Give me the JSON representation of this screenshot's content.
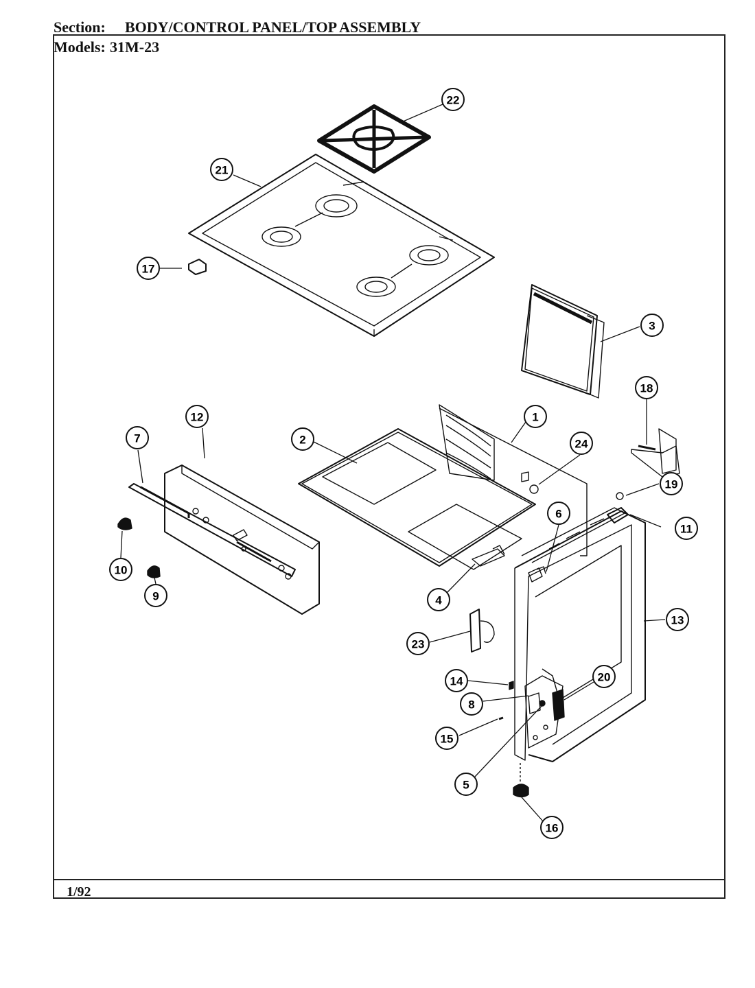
{
  "header": {
    "section_label": "Section:",
    "section_value": "BODY/CONTROL PANEL/TOP ASSEMBLY",
    "models_label": "Models:",
    "models_value": "31M-23"
  },
  "footer": {
    "date": "1/92"
  },
  "callouts": {
    "c1": "1",
    "c2": "2",
    "c3": "3",
    "c4": "4",
    "c5": "5",
    "c6": "6",
    "c7": "7",
    "c8": "8",
    "c9": "9",
    "c10": "10",
    "c11": "11",
    "c12": "12",
    "c13": "13",
    "c14": "14",
    "c15": "15",
    "c16": "16",
    "c17": "17",
    "c18": "18",
    "c19": "19",
    "c20": "20",
    "c21": "21",
    "c22": "22",
    "c23": "23",
    "c24": "24"
  }
}
